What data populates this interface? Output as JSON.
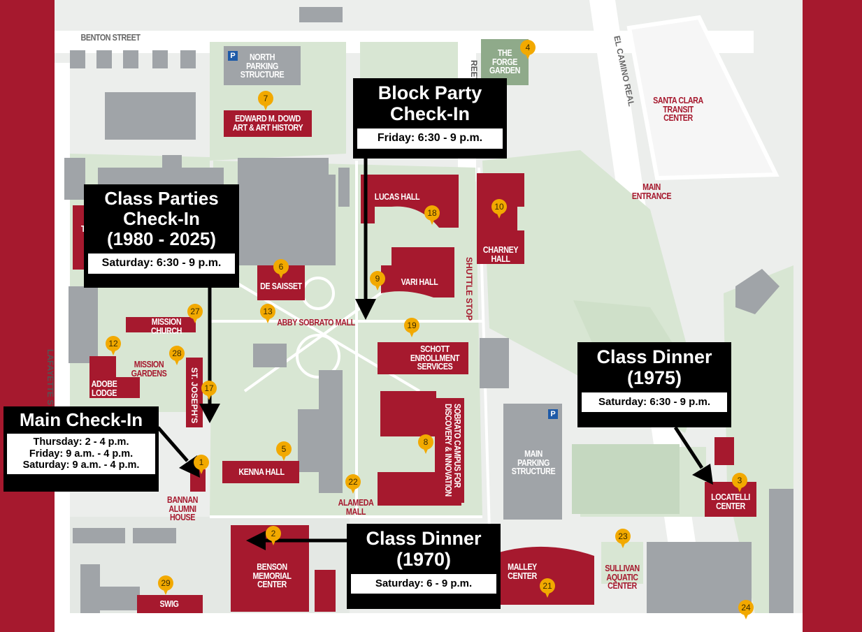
{
  "colors": {
    "frame": "#a6192e",
    "building": "#a6192e",
    "pin": "#f2a900",
    "callout": "#000000",
    "green": "#d8e6d3",
    "pavement": "#eceeec",
    "gray_building": "#a0a4a8"
  },
  "streets": {
    "benton": "BENTON STREET",
    "el_camino": "EL CAMINO REAL",
    "lafayette": "LAFAYETTE ST",
    "partial_street": "REET"
  },
  "places": {
    "north_parking": "NORTH\nPARKING\nSTRUCTURE",
    "forge_garden": "THE\nFORGE\nGARDEN",
    "dowd": "EDWARD M. DOWD\nART & ART HISTORY",
    "transit": "SANTA CLARA\nTRANSIT\nCENTER",
    "main_entrance": "MAIN\nENTRANCE",
    "lucas": "LUCAS HALL",
    "charney": "CHARNEY\nHALL",
    "de_saisset": "DE SAISSET",
    "vari": "VARI HALL",
    "shuttle": "SHUTTLE STOP",
    "mission_church": "MISSION\nCHURCH",
    "abby": "ABBY SOBRATO MALL",
    "schott": "SCHOTT\nENROLLMENT\nSERVICES",
    "mission_gardens": "MISSION\nGARDENS",
    "adobe": "ADOBE\nLODGE",
    "st_josephs": "ST. JOSEPH'S",
    "sobrato": "SOBRATO CAMPUS FOR\nDISCOVERY & INNOVATION",
    "main_parking": "MAIN\nPARKING\nSTRUCTURE",
    "kenna": "KENNA HALL",
    "bannan": "BANNAN\nALUMNI\nHOUSE",
    "alameda": "ALAMEDA\nMALL",
    "locatelli": "LOCATELLI\nCENTER",
    "benson": "BENSON\nMEMORIAL\nCENTER",
    "malley": "MALLEY\nCENTER",
    "sullivan": "SULLIVAN\nAQUATIC\nCENTER",
    "swig": "SWIG",
    "edge_t": "T"
  },
  "parking_symbol": "P",
  "pins": [
    "4",
    "7",
    "18",
    "10",
    "6",
    "9",
    "13",
    "27",
    "19",
    "12",
    "28",
    "17",
    "8",
    "5",
    "1",
    "22",
    "3",
    "2",
    "23",
    "29",
    "21",
    "24"
  ],
  "callouts": {
    "block_party": {
      "title": "Block Party\nCheck-In",
      "times": [
        "Friday: 6:30 - 9 p.m."
      ]
    },
    "class_parties": {
      "title": "Class Parties\nCheck-In\n(1980 - 2025)",
      "times": [
        "Saturday: 6:30 - 9 p.m."
      ]
    },
    "class_dinner_1975": {
      "title": "Class Dinner\n(1975)",
      "times": [
        "Saturday: 6:30 - 9 p.m."
      ]
    },
    "main_checkin": {
      "title": "Main Check-In",
      "times": [
        "Thursday: 2 - 4 p.m.",
        "Friday: 9 a.m. - 4 p.m.",
        "Saturday: 9 a.m. - 4 p.m."
      ]
    },
    "class_dinner_1970": {
      "title": "Class Dinner\n(1970)",
      "times": [
        "Saturday: 6 - 9 p.m."
      ]
    }
  }
}
